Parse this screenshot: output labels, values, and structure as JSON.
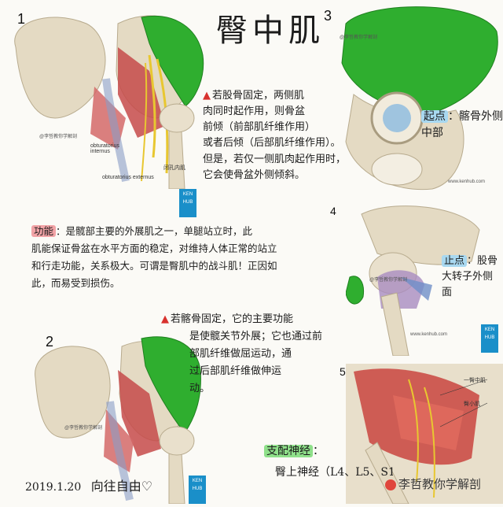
{
  "title": "臀中肌",
  "panels": {
    "p1": {
      "number": "1",
      "watermark": "@李哲教你学解剖",
      "labels": [
        "obturatorius internus",
        "闭孔内肌",
        "obturatorius externus"
      ]
    },
    "p2": {
      "number": "2",
      "watermark": "@李哲教你学解剖"
    },
    "p3": {
      "number": "3",
      "watermark": "@李哲教你学解剖",
      "site": "www.kenhub.com"
    },
    "p4": {
      "number": "4",
      "watermark": "@李哲教你学解剖",
      "site": "www.kenhub.com"
    },
    "p5": {
      "number": "5",
      "labels": [
        "一臀中肌",
        "臀小肌"
      ]
    }
  },
  "notes": {
    "origin_label": "起点",
    "origin_text": "：髂骨外侧中部",
    "insertion_label": "止点",
    "insertion_text_1": "：股骨",
    "insertion_text_2": "大转子外侧",
    "insertion_text_3": "面",
    "pelvis_fixed_1": "若股骨固定，两侧肌",
    "pelvis_fixed_2": "肉同时起作用，则骨盆",
    "pelvis_fixed_3": "前倾（前部肌纤维作用）",
    "pelvis_fixed_4": "或者后倾（后部肌纤维作用）。",
    "pelvis_fixed_5": "但是，若仅一侧肌肉起作用时，",
    "pelvis_fixed_6": "它会使骨盆外侧倾斜。",
    "function_label": "功能",
    "function_1": "：是髋部主要的外展肌之一，单腿站立时，此",
    "function_2": "肌能保证骨盆在水平方面的稳定，对维持人体正常的站立",
    "function_3": "和行走功能，关系极大。可谓是臀肌中的战斗肌！正因如",
    "function_4": "此，而易受到损伤。",
    "femur_fixed_1": "若髂骨固定，它的主要功能",
    "femur_fixed_2": "是使髋关节外展；它也通过前",
    "femur_fixed_3": "部肌纤维做屈运动，通",
    "femur_fixed_4": "过后部肌纤维做伸运",
    "femur_fixed_5": "动。",
    "nerve_label": "支配神经",
    "nerve_text": "臀上神经（L4、L5、S1）",
    "date": "2019.1.20",
    "signature": "向往自由♡",
    "brand": "李哲教你学解剖",
    "kenhub": "KEN HUB"
  },
  "colors": {
    "muscle_green": "#2fae2f",
    "accent_red": "#d8312d",
    "bone": "#e6dcc8"
  }
}
